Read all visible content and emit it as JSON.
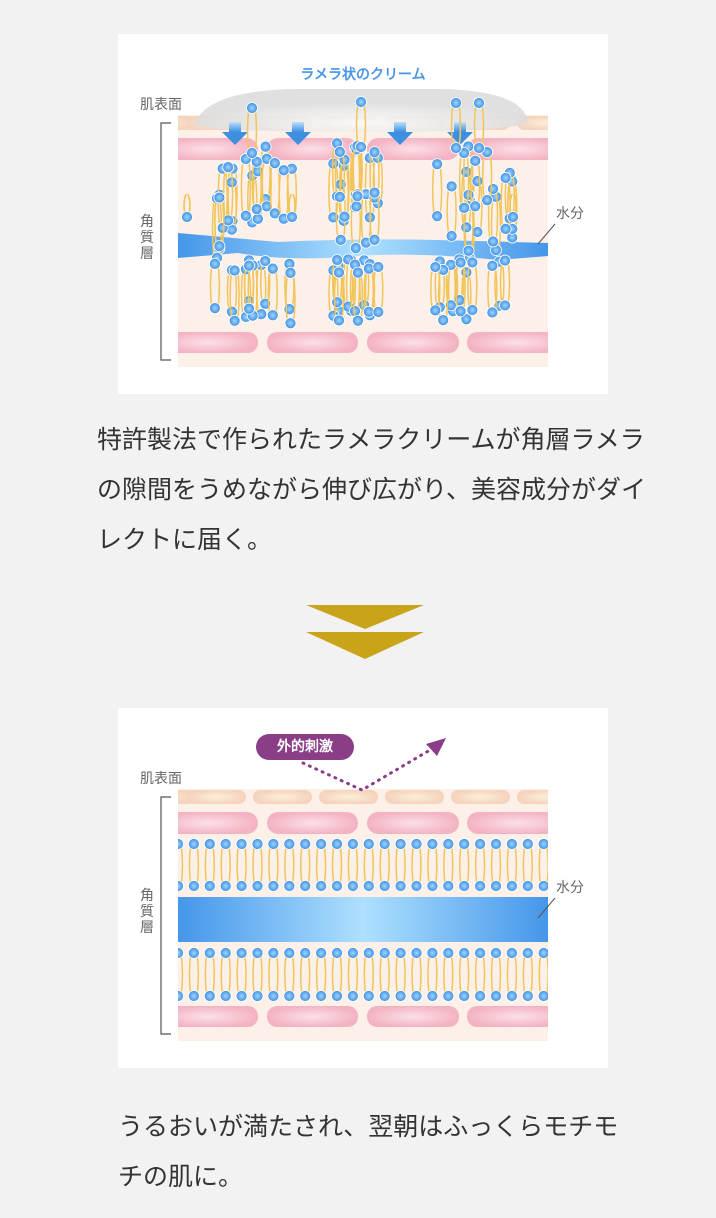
{
  "diagram1": {
    "title": "ラメラ状のクリーム",
    "surface_label": "肌表面",
    "layer_label": "角質層",
    "water_label": "水分"
  },
  "description1": "特許製法で作られたラメラクリームが角層ラメラの隙間をうめながら伸び広がり、美容成分がダイレクトに届く。",
  "diagram2": {
    "badge": "外的刺激",
    "surface_label": "肌表面",
    "layer_label": "角質層",
    "water_label": "水分"
  },
  "description2": "うるおいが満たされ、翌朝はふっくらモチモチの肌に。",
  "colors": {
    "accent_blue": "#4a94e4",
    "gold_arrow": "#c9a31a",
    "badge_purple": "#8a3e88"
  }
}
